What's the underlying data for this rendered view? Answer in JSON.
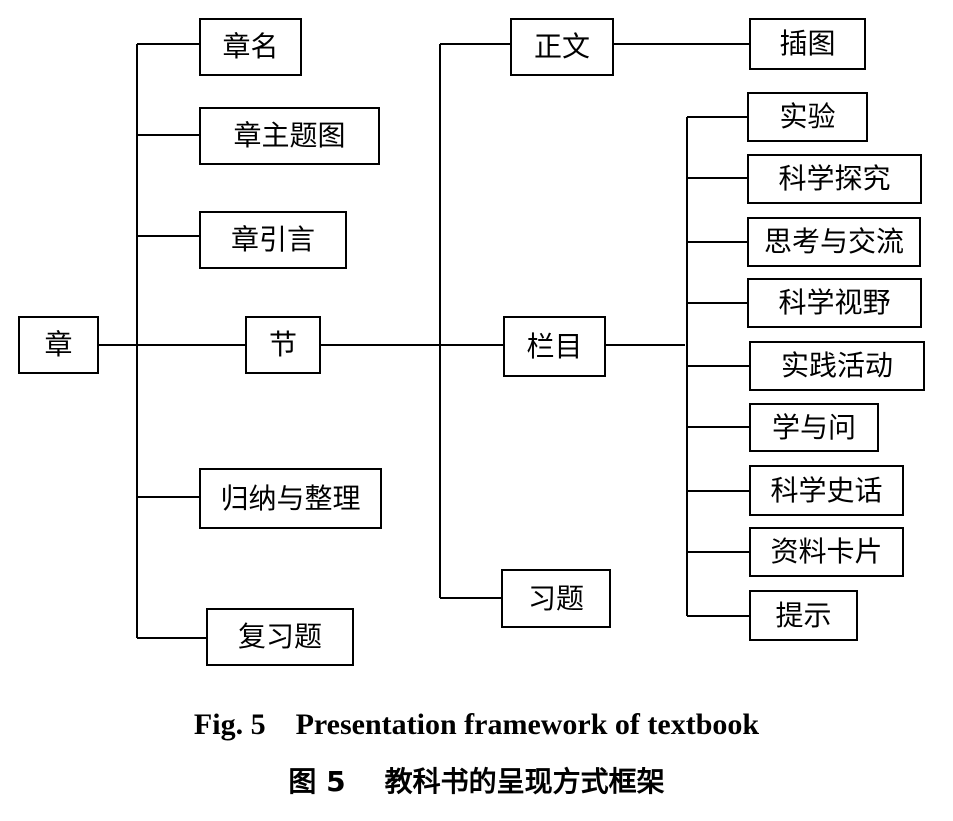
{
  "nodes": {
    "chapter": "章",
    "chapter_name": "章名",
    "chapter_theme_image": "章主题图",
    "chapter_intro": "章引言",
    "section": "节",
    "summary": "归纳与整理",
    "review": "复习题",
    "main_text": "正文",
    "illustration": "插图",
    "column": "栏目",
    "exercises": "习题",
    "experiment": "实验",
    "science_inquiry": "科学探究",
    "think_exchange": "思考与交流",
    "science_vision": "科学视野",
    "practice": "实践活动",
    "learn_ask": "学与问",
    "science_history": "科学史话",
    "data_card": "资料卡片",
    "hint": "提示"
  },
  "caption": {
    "en": "Fig. 5    Presentation framework of textbook",
    "zh": "图 5    教科书的呈现方式框架"
  }
}
